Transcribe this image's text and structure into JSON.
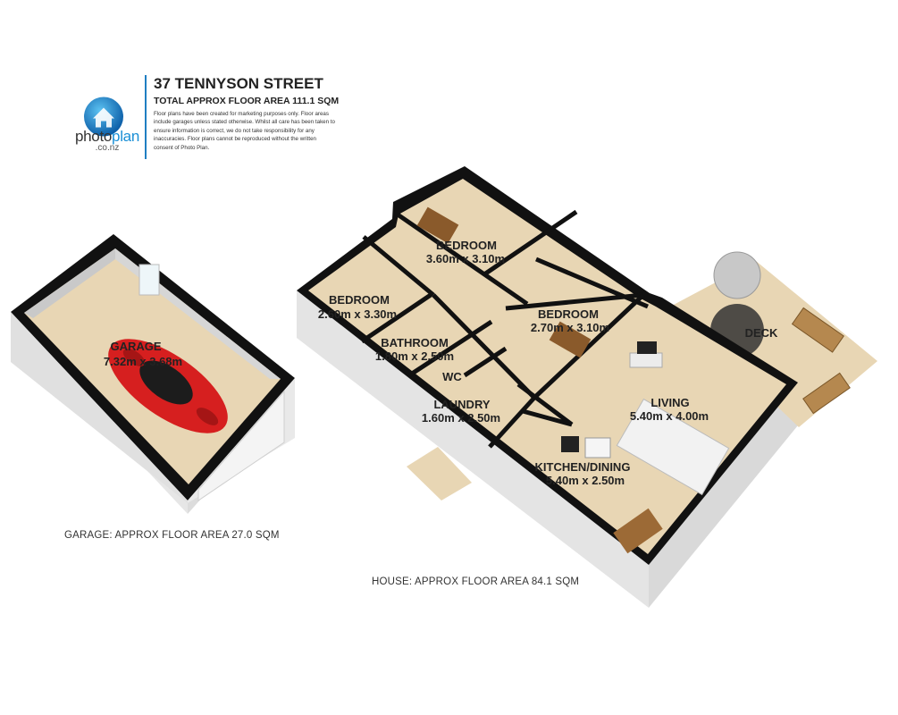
{
  "brand": {
    "name_a": "photo",
    "name_b": "plan",
    "tld": ".co.nz"
  },
  "header": {
    "title": "37 TENNYSON STREET",
    "subtitle": "TOTAL APPROX FLOOR AREA 111.1 SQM",
    "disclaimer": "Floor plans have been created for marketing purposes only. Floor areas include garages unless stated otherwise. Whilst all care has been taken to ensure information is correct, we do not take responsibility for any inaccuracies. Floor plans cannot be reproduced without the written consent of Photo Plan."
  },
  "captions": {
    "garage": "GARAGE: APPROX FLOOR AREA 27.0 SQM",
    "house": "HOUSE: APPROX FLOOR AREA 84.1 SQM"
  },
  "rooms": {
    "garage": {
      "name": "GARAGE",
      "size": "7.32m x 3.68m"
    },
    "bedroom_top": {
      "name": "BEDROOM",
      "size": "3.60m x 3.10m"
    },
    "bedroom_left": {
      "name": "BEDROOM",
      "size": "2.60m x 3.30m"
    },
    "bedroom_mid": {
      "name": "BEDROOM",
      "size": "2.70m x 3.10m"
    },
    "bathroom": {
      "name": "BATHROOM",
      "size": "1.80m x 2.50m"
    },
    "wc": {
      "name": "WC"
    },
    "laundry": {
      "name": "LAUNDRY",
      "size": "1.60m x 2.50m"
    },
    "living": {
      "name": "LIVING",
      "size": "5.40m x 4.00m"
    },
    "kitchen": {
      "name": "KITCHEN/DINING",
      "size": "5.40m x 2.50m"
    },
    "deck": {
      "name": "DECK"
    }
  },
  "colors": {
    "floor": "#e8d6b4",
    "wall": "#111111",
    "wall_side": "#d9d9d9",
    "brand_blue": "#1a8fd6",
    "car_red": "#d61f1f"
  }
}
